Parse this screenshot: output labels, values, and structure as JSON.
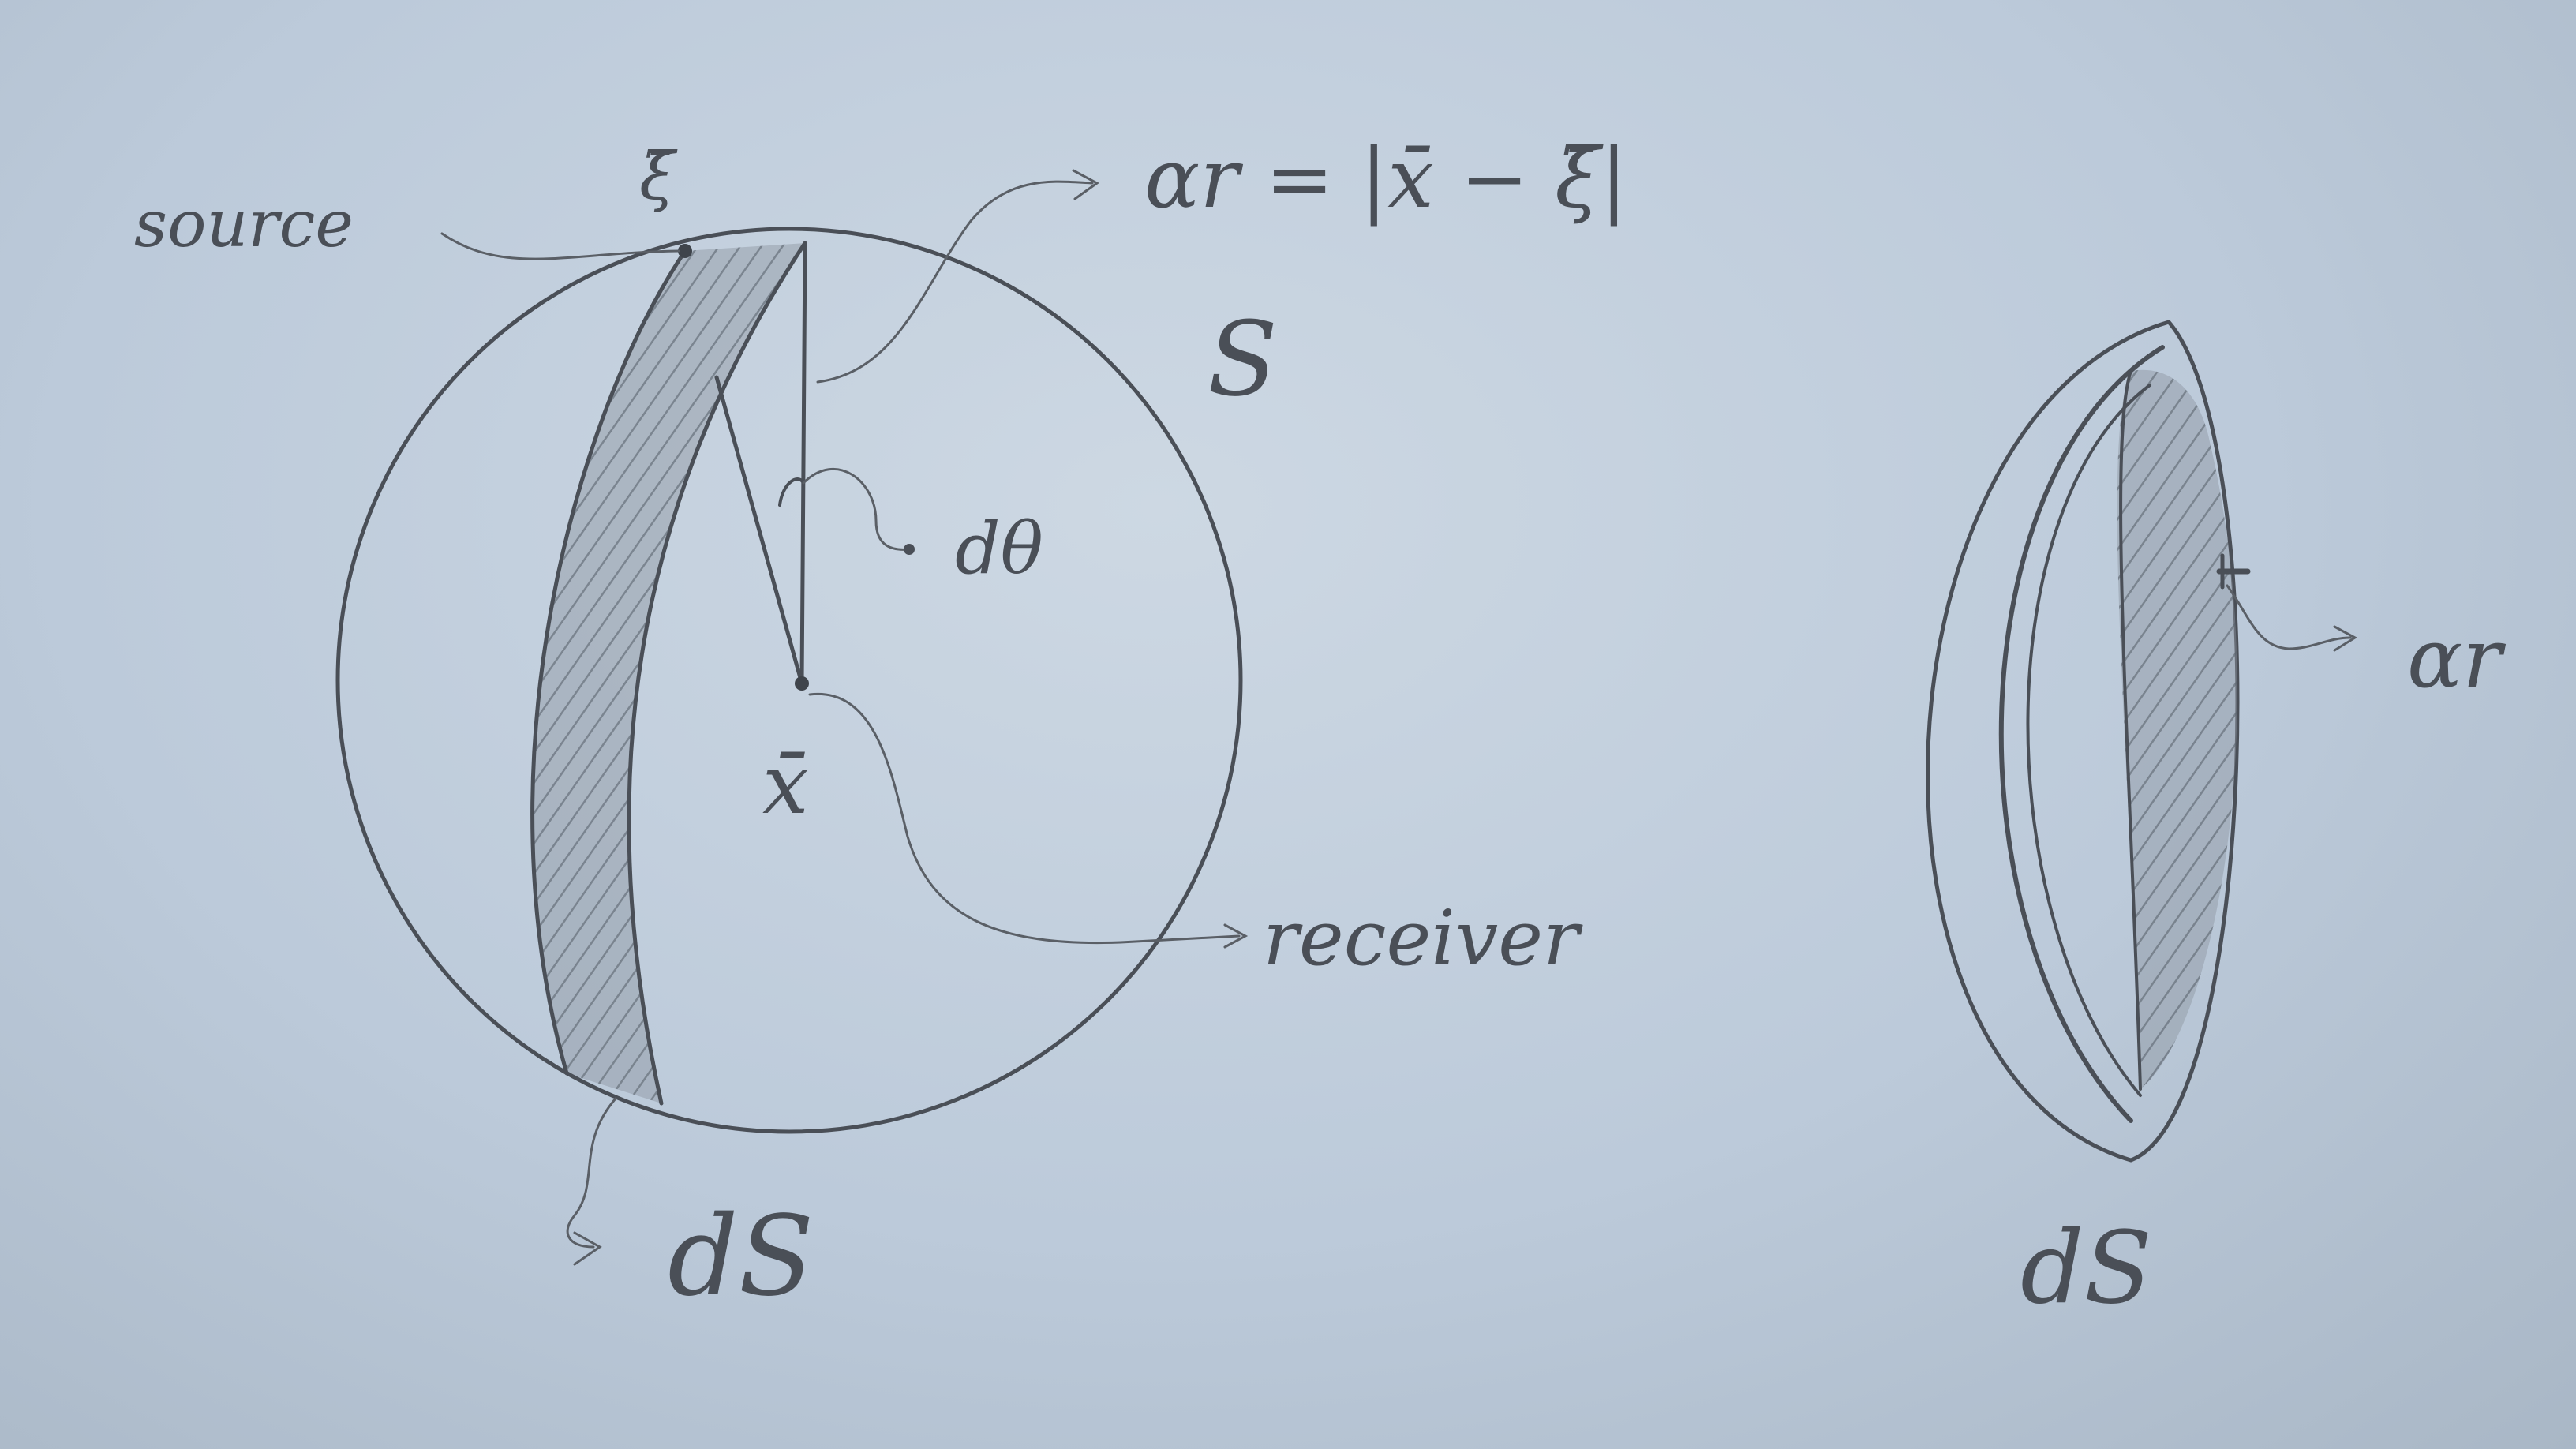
{
  "diagram": {
    "labels": {
      "source": "source",
      "xi": "ξ̄",
      "radius_eq": "αr = |x̄ − ξ̄|",
      "sphere": "S",
      "dtheta": "dθ",
      "center": "x̄",
      "receiver": "receiver",
      "dS_left": "dS",
      "alpha_r": "αr",
      "dS_right": "dS"
    },
    "colors": {
      "paper": "#bccada",
      "ink": "#4a4f57",
      "hatch": "#6b727c"
    }
  }
}
